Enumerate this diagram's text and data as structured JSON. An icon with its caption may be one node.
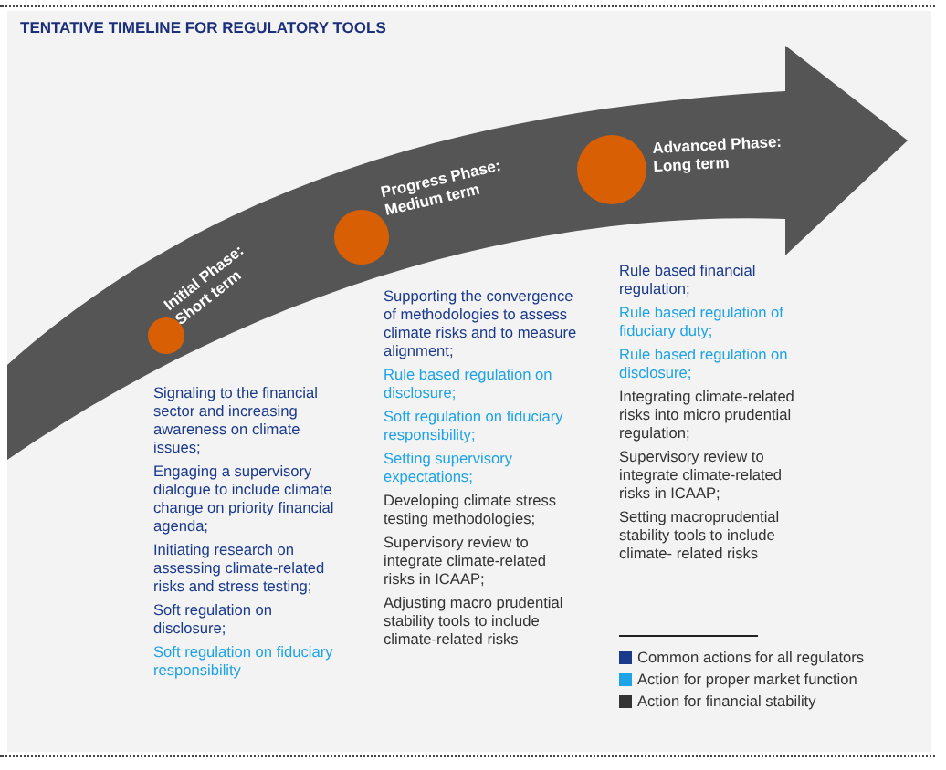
{
  "diagram": {
    "title": "TENTATIVE TIMELINE FOR REGULATORY TOOLS",
    "nodes": [
      {
        "text": [],
        "shape": "circle",
        "beside": [
          "Initial Phase: Short term"
        ]
      },
      {
        "text": [],
        "shape": "circle",
        "beside": [
          "Progress Phase: Medium term"
        ]
      },
      {
        "text": [],
        "shape": "circle",
        "beside": [
          "Advanced Phase: Long term"
        ]
      }
    ],
    "edges": [],
    "labels": [
      "Signaling to the financial sector and increasing awareness on climate issues;",
      "Engaging a supervisory dialogue to include climate change on priority financial agenda;",
      "Initiating research on assessing climate-related risks and stress testing;",
      "Soft regulation on disclosure;",
      "Soft regulation on fiduciary responsibility",
      "Supporting the convergence of methodologies to assess climate risks and to measure alignment;",
      "Rule based regulation on disclosure;",
      "Soft regulation on fiduciary responsibility;",
      "Setting supervisory expectations;",
      "Developing climate stress testing methodologies;",
      "Supervisory review to integrate climate-related risks in ICAAP;",
      "Adjusting macro prudential stability tools to include climate-related risks",
      "Rule based financial regulation;",
      "Rule based regulation of fiduciary duty;",
      "Rule based regulation on disclosure;",
      "Integrating climate-related risks into micro prudential regulation;",
      "Supervisory review to integrate climate-related risks in ICAAP;",
      "Setting macroprudential stability tools to include climate- related risks"
    ],
    "legend": [
      {
        "text": "Common actions for all regulators",
        "color": "#1b3a8c"
      },
      {
        "text": "Action for proper market function",
        "color": "#1ea3e6"
      },
      {
        "text": "Action for financial stability",
        "color": "#333333"
      }
    ]
  }
}
